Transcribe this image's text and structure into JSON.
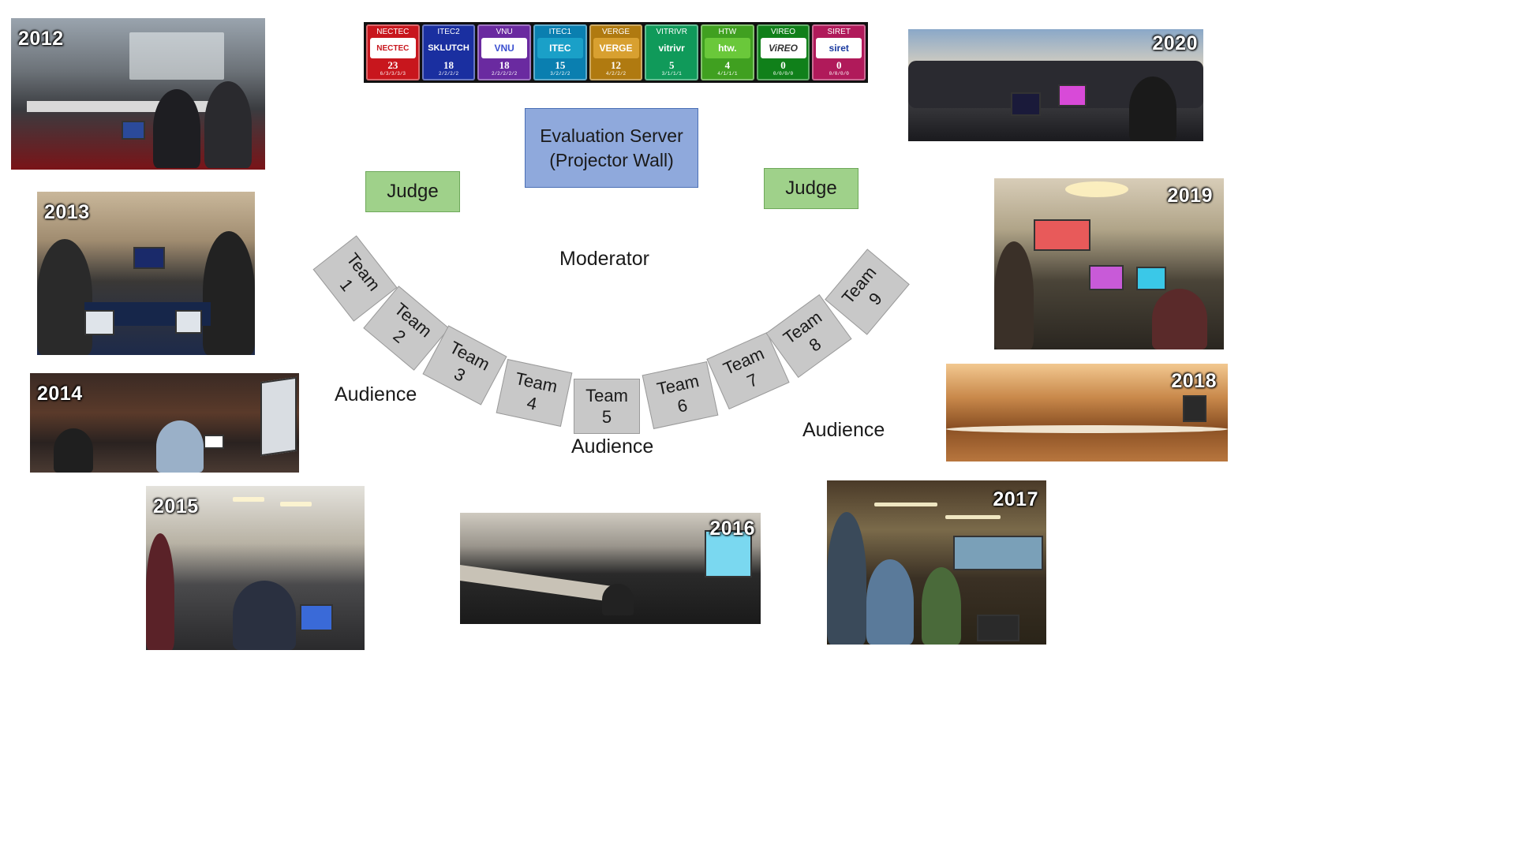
{
  "scoreboard": {
    "teams": [
      {
        "name": "NECTEC",
        "logo": "NECTEC",
        "score": "23",
        "sub": "6/3/3/3/3",
        "color": "#c8161d",
        "logo_color": "#c8161d"
      },
      {
        "name": "ITEC2",
        "logo": "SKLUTCH",
        "score": "18",
        "sub": "2/2/2/2",
        "color": "#1a2fa0",
        "logo_color": "#1a2fa0"
      },
      {
        "name": "VNU",
        "logo": "VNU",
        "score": "18",
        "sub": "2/2/2/2/2",
        "color": "#6a2aa0",
        "logo_color": "#3a4fd0"
      },
      {
        "name": "ITEC1",
        "logo": "ITEC",
        "score": "15",
        "sub": "3/2/2/2",
        "color": "#0a7fb0",
        "logo_color": "#0a7fb0"
      },
      {
        "name": "VERGE",
        "logo": "VERGE",
        "score": "12",
        "sub": "4/2/2/2",
        "color": "#b07a10",
        "logo_color": "#b07a10"
      },
      {
        "name": "VITRIVR",
        "logo": "vitrivr",
        "score": "5",
        "sub": "3/1/1/1",
        "color": "#109a5a",
        "logo_color": "#109a5a"
      },
      {
        "name": "HTW",
        "logo": "htw.",
        "score": "4",
        "sub": "4/1/1/1",
        "color": "#40a020",
        "logo_color": "#40a020"
      },
      {
        "name": "VIREO",
        "logo": "ViREO",
        "score": "0",
        "sub": "0/0/0/0",
        "color": "#10801a",
        "logo_color": "#333333"
      },
      {
        "name": "SIRET",
        "logo": "siret",
        "score": "0",
        "sub": "0/0/0/0",
        "color": "#b01a5a",
        "logo_color": "#1a3aa0"
      }
    ]
  },
  "server": {
    "line1": "Evaluation Server",
    "line2": "(Projector Wall)"
  },
  "judges": {
    "left": "Judge",
    "right": "Judge"
  },
  "moderator": "Moderator",
  "audience": {
    "left": "Audience",
    "center": "Audience",
    "right": "Audience"
  },
  "teams": [
    {
      "word": "Team",
      "num": "1"
    },
    {
      "word": "Team",
      "num": "2"
    },
    {
      "word": "Team",
      "num": "3"
    },
    {
      "word": "Team",
      "num": "4"
    },
    {
      "word": "Team",
      "num": "5"
    },
    {
      "word": "Team",
      "num": "6"
    },
    {
      "word": "Team",
      "num": "7"
    },
    {
      "word": "Team",
      "num": "8"
    },
    {
      "word": "Team",
      "num": "9"
    }
  ],
  "photos": {
    "p2012": "2012",
    "p2013": "2013",
    "p2014": "2014",
    "p2015": "2015",
    "p2016": "2016",
    "p2017": "2017",
    "p2018": "2018",
    "p2019": "2019",
    "p2020": "2020"
  },
  "colors": {
    "server_fill": "#8fa9dc",
    "judge_fill": "#9fd18a",
    "team_fill": "#c8c8c8"
  }
}
